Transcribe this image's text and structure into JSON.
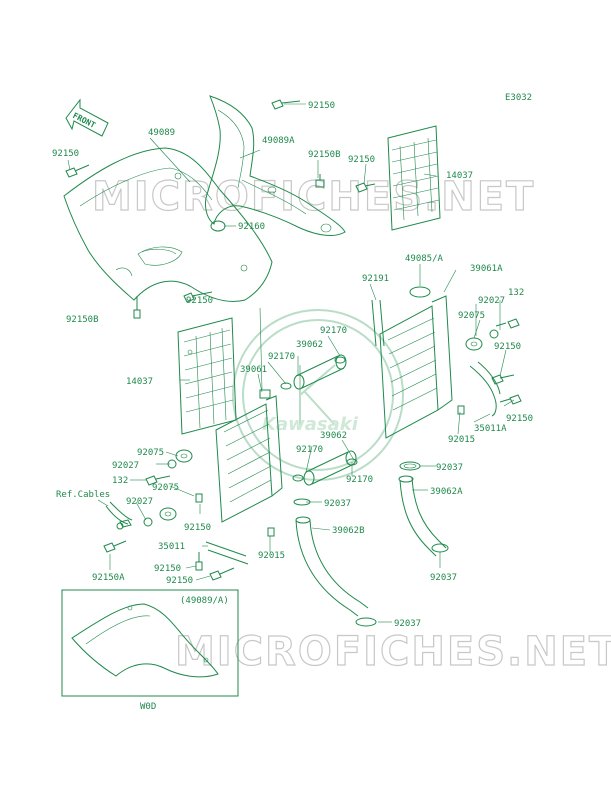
{
  "diagram_code": "E3032",
  "front_arrow_label": "FRONT",
  "watermark": "MICROFICHES.NET",
  "brand_logo_text": "Kawasaki",
  "inset": {
    "variant_label": "(49089/A)",
    "footer_label": "W0D"
  },
  "callouts": [
    {
      "id": "c01",
      "text": "92150"
    },
    {
      "id": "c02",
      "text": "49089"
    },
    {
      "id": "c03",
      "text": "49089A"
    },
    {
      "id": "c04",
      "text": "92150"
    },
    {
      "id": "c05",
      "text": "92150B"
    },
    {
      "id": "c06",
      "text": "92150"
    },
    {
      "id": "c07",
      "text": "14037"
    },
    {
      "id": "c08",
      "text": "92160"
    },
    {
      "id": "c09",
      "text": "49085/A"
    },
    {
      "id": "c10",
      "text": "39061A"
    },
    {
      "id": "c11",
      "text": "92191"
    },
    {
      "id": "c12",
      "text": "92027"
    },
    {
      "id": "c13",
      "text": "132"
    },
    {
      "id": "c14",
      "text": "92150"
    },
    {
      "id": "c15",
      "text": "92150B"
    },
    {
      "id": "c16",
      "text": "92075"
    },
    {
      "id": "c17",
      "text": "92170"
    },
    {
      "id": "c18",
      "text": "39062"
    },
    {
      "id": "c19",
      "text": "92150"
    },
    {
      "id": "c20",
      "text": "92170"
    },
    {
      "id": "c21",
      "text": "14037"
    },
    {
      "id": "c22",
      "text": "39061"
    },
    {
      "id": "c23",
      "text": "92150"
    },
    {
      "id": "c24",
      "text": "35011A"
    },
    {
      "id": "c25",
      "text": "92015"
    },
    {
      "id": "c26",
      "text": "39062"
    },
    {
      "id": "c27",
      "text": "92075"
    },
    {
      "id": "c28",
      "text": "92170"
    },
    {
      "id": "c29",
      "text": "92027"
    },
    {
      "id": "c30",
      "text": "92037"
    },
    {
      "id": "c31",
      "text": "132"
    },
    {
      "id": "c32",
      "text": "92170"
    },
    {
      "id": "c33",
      "text": "92075"
    },
    {
      "id": "c34",
      "text": "39062A"
    },
    {
      "id": "c35",
      "text": "Ref.Cables"
    },
    {
      "id": "c36",
      "text": "92027"
    },
    {
      "id": "c37",
      "text": "92037"
    },
    {
      "id": "c38",
      "text": "92150"
    },
    {
      "id": "c39",
      "text": "39062B"
    },
    {
      "id": "c40",
      "text": "35011"
    },
    {
      "id": "c41",
      "text": "92015"
    },
    {
      "id": "c42",
      "text": "92150A"
    },
    {
      "id": "c43",
      "text": "92150"
    },
    {
      "id": "c44",
      "text": "92037"
    },
    {
      "id": "c45",
      "text": "92150"
    },
    {
      "id": "c46",
      "text": "92037"
    }
  ]
}
